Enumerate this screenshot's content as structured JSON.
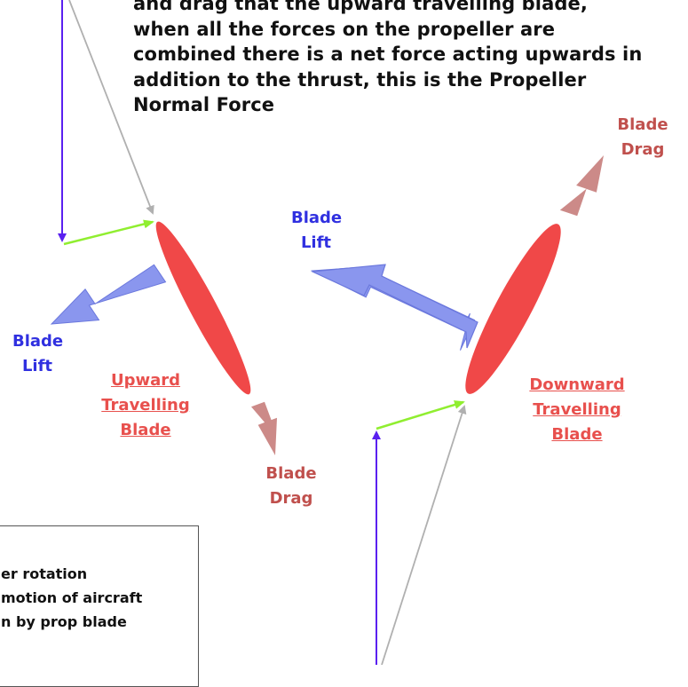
{
  "caption": {
    "lines": [
      "and drag that the upward travelling blade,",
      "when all the forces on the propeller are",
      "combined there is a net force acting upwards in",
      "addition to the thrust, this is the Propeller",
      "Normal Force"
    ]
  },
  "labels": {
    "left_lift": [
      "Blade",
      "Lift"
    ],
    "left_drag": [
      "Blade",
      "Drag"
    ],
    "left_blade": [
      "Upward",
      "Travelling",
      "Blade"
    ],
    "right_lift": [
      "Blade",
      "Lift"
    ],
    "right_drag": [
      "Blade",
      "Drag"
    ],
    "right_blade": [
      "Downward",
      "Travelling",
      "Blade"
    ]
  },
  "legend": {
    "lines": [
      "er rotation",
      "motion of aircraft",
      "n by prop blade"
    ]
  },
  "colors": {
    "blade": "#f04848",
    "lift_arrow": "#8a96ee",
    "lift_arrow_stroke": "#6b78dd",
    "drag_arrow": "#cc8a88",
    "rotation_vector": "#5a20f0",
    "aircraft_motion_vector": "#90ee30",
    "airflow_vector": "#b0b0b0"
  }
}
